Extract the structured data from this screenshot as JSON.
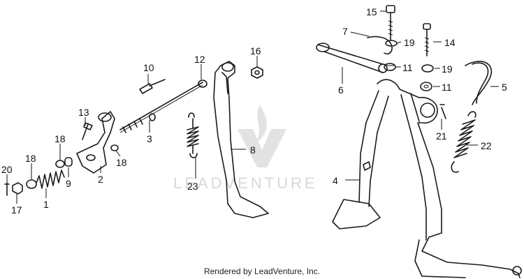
{
  "footer": "Rendered by LeadVenture, Inc.",
  "watermark": "LEADVENTURE",
  "callouts": {
    "c1": "1",
    "c2": "2",
    "c3": "3",
    "c4": "4",
    "c5": "5",
    "c6": "6",
    "c7": "7",
    "c8": "8",
    "c9": "9",
    "c10": "10",
    "c11a": "11",
    "c11b": "11",
    "c12": "12",
    "c13": "13",
    "c14": "14",
    "c15": "15",
    "c16": "16",
    "c17": "17",
    "c18a": "18",
    "c18b": "18",
    "c18c": "18",
    "c19a": "19",
    "c19b": "19",
    "c20": "20",
    "c21": "21",
    "c22": "22",
    "c23": "23"
  }
}
